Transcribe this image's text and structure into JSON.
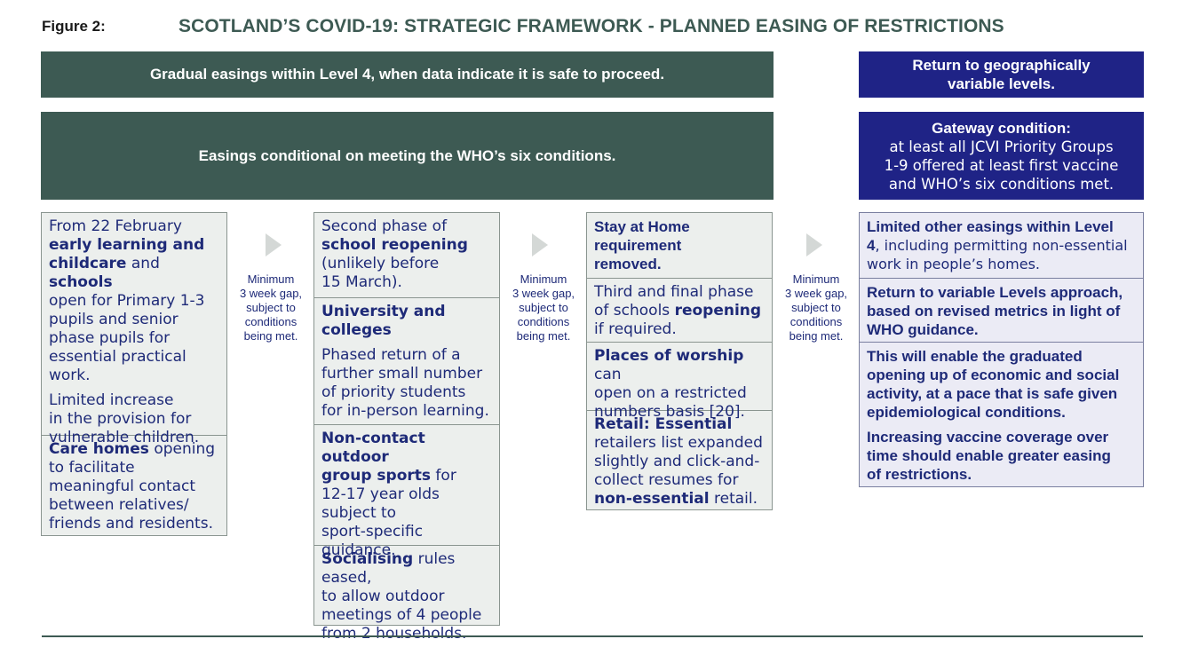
{
  "figure_label": "Figure 2:",
  "title": "SCOTLAND’S COVID-19: STRATEGIC FRAMEWORK  - PLANNED EASING OF RESTRICTIONS",
  "banner_gradual": "Gradual easings within Level 4, when data indicate it is safe to proceed.",
  "banner_who": "Easings conditional on meeting the WHO’s six conditions.",
  "banner_return": {
    "line1": "Return to geographically",
    "line2": "variable levels."
  },
  "gateway": {
    "heading": "Gateway condition:",
    "line1": "at least all JCVI Priority Groups",
    "line2": "1-9 offered at least first vaccine",
    "line3": "and WHO’s six conditions met."
  },
  "gap_label": {
    "line1": "Minimum",
    "line2": "3 week gap,",
    "line3": "subject to",
    "line4": "conditions",
    "line5": "being met."
  },
  "col1": {
    "c1": {
      "a": "From 22 February",
      "b": "early learning and",
      "c": "childcare",
      "d": " and ",
      "e": "schools",
      "f": "open for Primary 1-3",
      "g": "pupils and senior",
      "h": "phase pupils for",
      "i": "essential practical",
      "j": "work.",
      "k": "Limited increase",
      "l": "in the provision for",
      "m": "vulnerable children."
    },
    "c2": {
      "a": "Care homes",
      "b": " opening",
      "c": "to facilitate",
      "d": "meaningful contact",
      "e": "between relatives/",
      "f": "friends and residents."
    }
  },
  "col2": {
    "c1": {
      "a": "Second phase of",
      "b": "school reopening",
      "c": "(unlikely before",
      "d": "15 March)."
    },
    "c2": {
      "a": "University and",
      "b": "colleges",
      "c": "Phased return of a",
      "d": "further small number",
      "e": "of priority students",
      "f": "for in-person learning."
    },
    "c3": {
      "a": "Non-contact outdoor",
      "b": "group sports",
      "c": " for",
      "d": "12-17 year olds",
      "e": "subject to",
      "f": "sport-specific",
      "g": "guidance."
    },
    "c4": {
      "a": "Socialising",
      "b": " rules eased,",
      "c": "to allow outdoor",
      "d": "meetings of 4 people",
      "e": "from 2 households."
    }
  },
  "col3": {
    "c1": {
      "a": "Stay at Home",
      "b": "requirement",
      "c": "removed."
    },
    "c2": {
      "a": "Third and final phase",
      "b": "of schools ",
      "c": "reopening",
      "d": "if required."
    },
    "c3": {
      "a": "Places of worship",
      "b": " can",
      "c": "open on a restricted",
      "d": "numbers basis [20]."
    },
    "c4": {
      "a": "Retail: Essential",
      "b": "retailers list expanded",
      "c": "slightly and click-and-",
      "d": "collect resumes for",
      "e": "non-essential",
      "f": " retail."
    }
  },
  "col4": {
    "c1": {
      "a": "Limited other easings within Level",
      "b": "4",
      "c": ", including permitting non-essential",
      "d": "work in people’s homes."
    },
    "c2": {
      "a": "Return to variable Levels approach,",
      "b": "based on revised metrics in light of",
      "c": "WHO guidance."
    },
    "c3": {
      "a": "This will enable the graduated",
      "b": "opening up of economic and social",
      "c": "activity, at a pace that is safe given",
      "d": "epidemiological conditions.",
      "e": "Increasing vaccine coverage over",
      "f": "time should enable greater easing",
      "g": "of restrictions."
    }
  },
  "colors": {
    "green": "#3d5a53",
    "blue": "#1f2386",
    "text": "#1e2a78",
    "cell_bg": "#ecefed",
    "blue_cell_bg": "#ebebf5"
  }
}
